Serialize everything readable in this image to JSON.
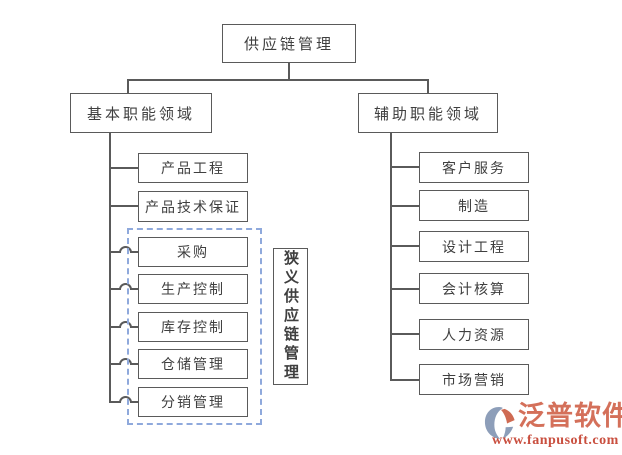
{
  "diagram": {
    "root": {
      "label": "供应链管理"
    },
    "left_branch": {
      "label": "基本职能领域",
      "children": [
        "产品工程",
        "产品技术保证",
        "采购",
        "生产控制",
        "库存控制",
        "仓储管理",
        "分销管理"
      ]
    },
    "right_branch": {
      "label": "辅助职能领域",
      "children": [
        "客户服务",
        "制造",
        "设计工程",
        "会计核算",
        "人力资源",
        "市场营销"
      ]
    },
    "narrow_scope_group": {
      "label": "狭义供应链管理",
      "members": [
        "采购",
        "生产控制",
        "库存控制",
        "仓储管理",
        "分销管理"
      ]
    }
  },
  "watermark": {
    "brand": "泛普软件",
    "url": "www.fanpusoft.com"
  },
  "colors": {
    "background": "#ffffff",
    "box_border": "#5a5a5a",
    "line": "#5a5a5a",
    "text": "#3f3f3f",
    "dashed_border": "#8fa9dc",
    "brand_text": "#d4705a",
    "brand_url": "#c94f3f",
    "logo_blue": "#8d9eb9",
    "logo_red": "#cf6a52"
  }
}
